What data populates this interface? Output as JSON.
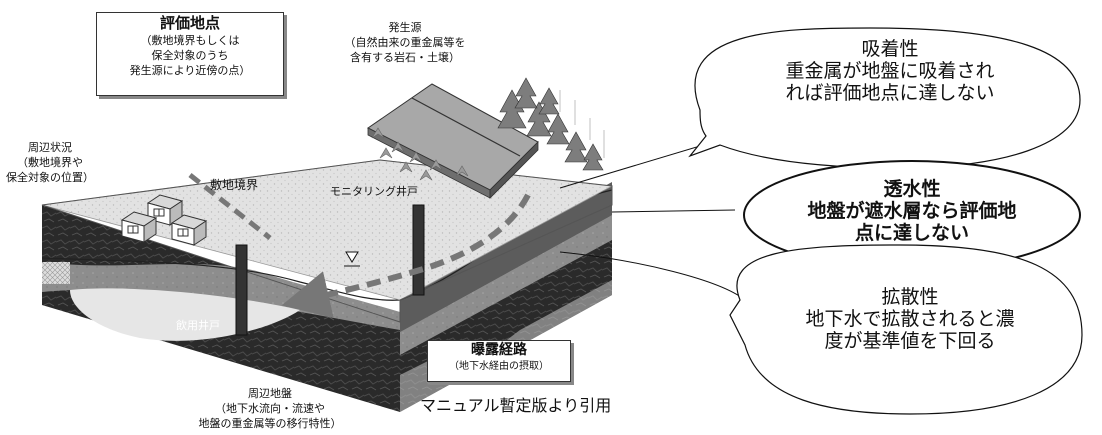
{
  "eval_point": {
    "title": "評価地点",
    "lines": [
      "（敷地境界もしくは",
      "保全対象のうち",
      "発生源により近傍の点）"
    ]
  },
  "source": {
    "lines": [
      "発生源",
      "（自然由来の重金属等を",
      "含有する岩石・土壌）"
    ]
  },
  "surroundings": {
    "lines": [
      "周辺状況",
      "（敷地境界や",
      "保全対象の位置）"
    ]
  },
  "site_boundary": "敷地境界",
  "monitoring_well": "モニタリング井戸",
  "drinking_well": "飲用井戸",
  "exposure_path": {
    "title": "曝露経路",
    "sub": "（地下水経由の摂取）"
  },
  "ground": {
    "lines": [
      "周辺地盤",
      "（地下水流向・流速や",
      "地盤の重金属等の移行特性）"
    ]
  },
  "citation": "マニュアル暫定版より引用",
  "bubbles": [
    {
      "lines": [
        "吸着性",
        "重金属が地盤に吸着され",
        "れば評価地点に達しない"
      ]
    },
    {
      "lines": [
        "透水性",
        "地盤が遮水層なら評価地",
        "点に達しない"
      ]
    },
    {
      "lines": [
        "拡散性",
        "地下水で拡散されると濃",
        "度が基準値を下回る"
      ]
    }
  ]
}
